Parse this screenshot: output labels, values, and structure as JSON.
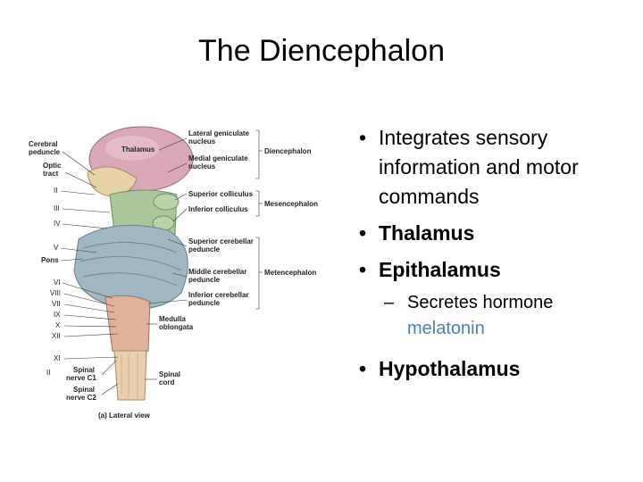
{
  "slide": {
    "title": "The Diencephalon"
  },
  "bullets": {
    "b1": "Integrates sensory information and motor commands",
    "b2": "Thalamus",
    "b3": "Epithalamus",
    "sub1_text": "Secretes hormone",
    "sub1_accent": "melatonin",
    "b4": "Hypothalamus"
  },
  "figure": {
    "labels": {
      "cerebral_peduncle_1": "Cerebral",
      "cerebral_peduncle_2": "peduncle",
      "optic_tract_1": "Optic",
      "optic_tract_2": "tract",
      "thalamus": "Thalamus",
      "ii": "II",
      "iii": "III",
      "iv": "IV",
      "v": "V",
      "pons": "Pons",
      "vi": "VI",
      "viii": "VIII",
      "vii": "VII",
      "ix": "IX",
      "x": "X",
      "xii": "XII",
      "xi": "XI",
      "ii_lower": "II",
      "lgn_1": "Lateral geniculate",
      "lgn_2": "nucleus",
      "mgn_1": "Medial geniculate",
      "mgn_2": "nucleus",
      "sup_coll": "Superior colliculus",
      "inf_coll": "Inferior colliculus",
      "diencephalon": "Diencephalon",
      "mesencephalon": "Mesencephalon",
      "scp_1": "Superior cerebellar",
      "scp_2": "peduncle",
      "mcp_1": "Middle cerebellar",
      "mcp_2": "peduncle",
      "icp_1": "Inferior cerebellar",
      "icp_2": "peduncle",
      "metencephalon": "Metencephalon",
      "medulla_1": "Medulla",
      "medulla_2": "oblongata",
      "spinal_nerve_c1_1": "Spinal",
      "spinal_nerve_c1_2": "nerve C1",
      "spinal_nerve_c2_1": "Spinal",
      "spinal_nerve_c2_2": "nerve C2",
      "spinal_cord_1": "Spinal",
      "spinal_cord_2": "cord",
      "caption": "(a) Lateral view"
    },
    "colors": {
      "thalamus": "#d9a7b5",
      "midbrain": "#a9c79a",
      "cerebellar": "#9fb8c4",
      "medulla": "#e0b39a",
      "spinal": "#e8cfb0"
    }
  }
}
